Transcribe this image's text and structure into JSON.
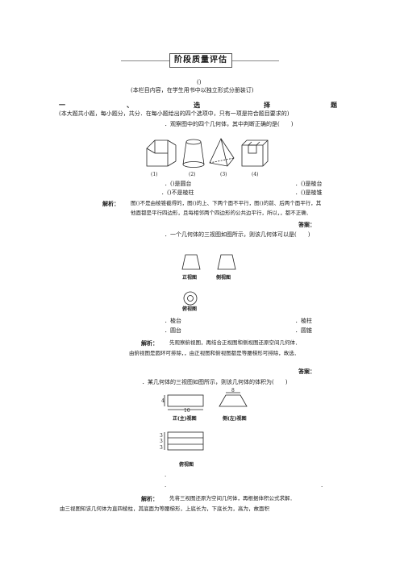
{
  "header": {
    "title": "阶段质量评估",
    "paren": "()",
    "subtitle": "(本栏目内容，在学生用书中以独立形式分册装订)"
  },
  "section1": {
    "chars": [
      "一",
      "、",
      "选",
      "择",
      "题"
    ],
    "desc": "(本大题共小题，每小题分，共分．在每小题给出的四个选项中，只有一项是符合题目要求的)"
  },
  "q1": {
    "stem": "．观察图中的四个几何体，其中判断正确的是(　　)",
    "figure_labels": [
      "(1)",
      "(2)",
      "(3)",
      "(4)"
    ],
    "options": [
      "．()是圆台",
      "．()是棱台",
      "．()不是棱柱",
      "．()是棱锥"
    ],
    "analysis_label": "解析：",
    "analysis_lines": [
      "图()不是由棱锥截得的，图()的上、下两个面不平行，图()的前、后两个面平行，其",
      "他面都是平行四边形，且每相邻两个四边形的公共边平行，所以，，都不正确．"
    ],
    "answer_label": "答案："
  },
  "q2": {
    "stem": "．一个几何体的三视图如图所示，则该几何体可以是(　　)",
    "view_front": "正视图",
    "view_side": "侧视图",
    "view_top": "俯视图",
    "options": [
      "．棱台",
      "．棱柱",
      "．圆台",
      "．圆锥"
    ],
    "analysis_label": "解析：",
    "analysis_lines": [
      "先观察俯视图，再结合正视图和侧视图还原空间几何体．",
      "由俯视图是圆环可排除，，由正视图和俯视图都是等腰梯形可排除，故选．"
    ],
    "answer_label": "答案："
  },
  "q3": {
    "stem": "．某几何体的三视图如图所示，则该几何体的体积为(　　)",
    "front_view": "正(主)视图",
    "side_view": "侧(左)视图",
    "top_view": "俯视图",
    "dims": {
      "front_height": "4",
      "front_width": "10",
      "side_top": "8",
      "top_a": "3",
      "top_b": "3",
      "top_c": "3"
    },
    "options_dots": [
      ".",
      ".",
      "."
    ],
    "analysis_label": "解析：",
    "analysis_lines": [
      "先将三视图还原为空间几何体，再根据体积公式求解．",
      "由三视图知该几何体为直四棱柱，其底面为等腰梯形，上底长为，下底长为，高为，故面积"
    ]
  }
}
